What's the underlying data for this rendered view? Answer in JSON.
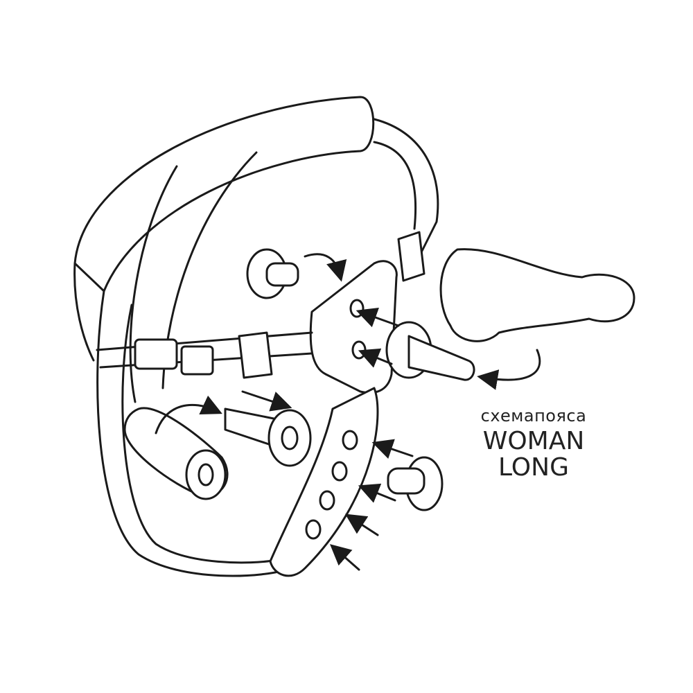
{
  "caption": "схемапояса",
  "title_line1": "WOMAN",
  "title_line2": "LONG",
  "colors": {
    "line": "#1a1a1a",
    "background": "#ffffff"
  }
}
